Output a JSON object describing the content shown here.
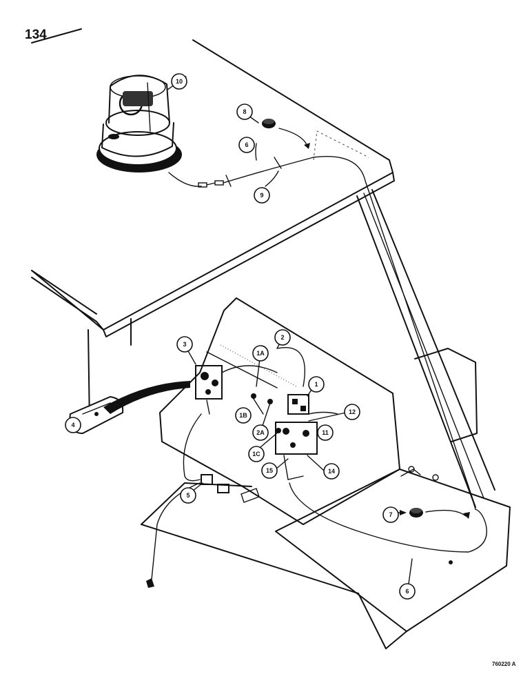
{
  "page": {
    "number": "134",
    "figure_code": "760220 A"
  },
  "callouts": {
    "c1": "1",
    "c1A": "1A",
    "c1B": "1B",
    "c1C": "1C",
    "c2": "2",
    "c2A": "2A",
    "c3": "3",
    "c4": "4",
    "c5": "5",
    "c6a": "6",
    "c6b": "6",
    "c7": "7",
    "c8": "8",
    "c9": "9",
    "c10": "10",
    "c11": "11",
    "c12": "12",
    "c14": "14",
    "c15": "15"
  },
  "icons": {
    "beacon": "rotating-beacon-icon",
    "grommet": "grommet-icon",
    "switch": "switch-icon",
    "fuse": "fuse-holder-icon",
    "connector": "connector-icon"
  },
  "colors": {
    "ink": "#111111",
    "paper": "#ffffff"
  }
}
